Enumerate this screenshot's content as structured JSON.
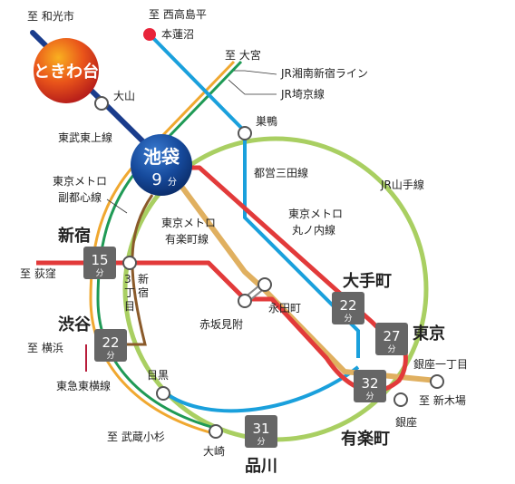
{
  "colors": {
    "yamanote": "#a9cf62",
    "shonan": "#f0a830",
    "saikyo": "#1f9a55",
    "tobu_tojo": "#1a3c8c",
    "mita": "#1aa0dc",
    "marunouchi": "#e23a3a",
    "yurakucho": "#e0b060",
    "fukutoshin": "#8a5a2a",
    "toyoko": "#b81c3a",
    "time_box": "#666666"
  },
  "origin": {
    "name": "ときわ台",
    "toward": "至 和光市"
  },
  "hub": {
    "name": "池袋",
    "minutes": "9",
    "unit": "分"
  },
  "destinations": {
    "nishitakashimadaira": "至 西高島平",
    "omiya": "至 大宮",
    "ogikubo": "至 荻窪",
    "yokohama": "至 横浜",
    "musashikosugi": "至 武蔵小杉",
    "shinkiba": "至 新木場"
  },
  "lines": {
    "shonan": "JR湘南新宿ライン",
    "saikyo": "JR埼京線",
    "tobu_tojo": "東武東上線",
    "mita": "都営三田線",
    "yamanote": "JR山手線",
    "marunouchi_l1": "東京メトロ",
    "marunouchi_l2": "丸ノ内線",
    "fukutoshin_l1": "東京メトロ",
    "fukutoshin_l2": "副都心線",
    "yurakucho_l1": "東京メトロ",
    "yurakucho_l2": "有楽町線",
    "toyoko": "東急東横線"
  },
  "stations": {
    "hasune": "本蓮沼",
    "oyama": "大山",
    "sugamo": "巣鴨",
    "nagatacho": "永田町",
    "akasakamitsuke": "赤坂見附",
    "meguro": "目黒",
    "osaki": "大崎",
    "ginza_itchome": "銀座一丁目",
    "ginza": "銀座",
    "shinjuku_sanchome": [
      "3",
      "丁",
      "目"
    ],
    "shinjuku_sanchome_right": [
      "新",
      "宿"
    ]
  },
  "times": [
    {
      "name": "新宿",
      "minutes": "15",
      "unit": "分"
    },
    {
      "name": "渋谷",
      "minutes": "22",
      "unit": "分"
    },
    {
      "name": "大手町",
      "minutes": "22",
      "unit": "分"
    },
    {
      "name": "東京",
      "minutes": "27",
      "unit": "分"
    },
    {
      "name": "有楽町",
      "minutes": "32",
      "unit": "分"
    },
    {
      "name": "品川",
      "minutes": "31",
      "unit": "分"
    }
  ]
}
